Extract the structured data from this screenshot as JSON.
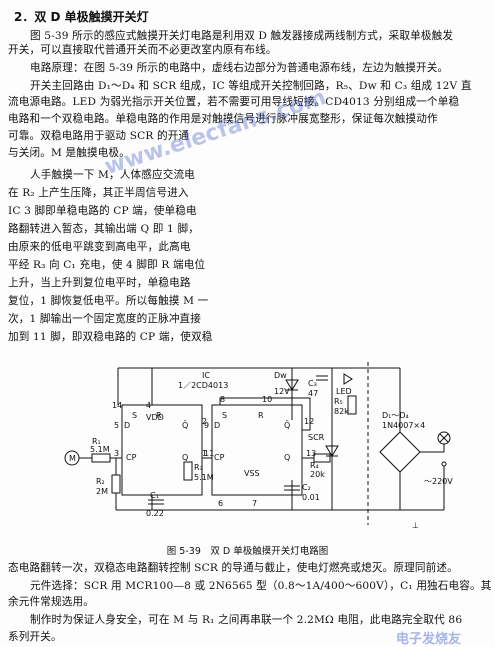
{
  "section_title": "2．双 D 单极触摸开关灯",
  "para1": [
    "图 5-39 所示的感应式触摸开关灯电路是利用双 D 触发器接成两线制方式，采取单极触发",
    "开关，可以直接取代普通开关而不必更改室内原有布线。"
  ],
  "para2": [
    "电路原理：在图 5-39 所示的电路中，虚线右边部分为普通电源布线，左边为触摸开关。",
    "开关主回路由 D₁～D₄ 和 SCR 组成，IC 等组成开关控制回路，R₅、Dw 和 C₃ 组成 12V 直",
    "流电源电路。LED 为弱光指示开关位置，若不需要可用导线短接。CD4013 分别组成一个单稳",
    "电路和一个双稳电路。单稳电路的作用是对触摸信号进行脉冲展宽整形，保证每次触摸动作",
    "可靠。双稳电路用于驱动 SCR 的开通",
    "与关闭。M 是触摸电极。"
  ],
  "para3": [
    "人手触摸一下 M，人体感应交流电",
    "在 R₂ 上产生压降，其正半周信号进入",
    "IC 3 脚即单稳电路的 CP 端，使单稳电",
    "路翻转进入暂态，其输出端 Q 即 1 脚，",
    "由原来的低电平跳变到高电平，此高电",
    "平经 R₃ 向 C₁ 充电，使 4 脚即 R 端电位",
    "上升，当上升到复位电平时，单稳电路",
    "复位，1 脚恢复低电平。所以每触摸 M 一",
    "次，1 脚输出一个固定宽度的正脉冲直接",
    "加到 11 脚，即双稳电路的 CP 端，使双稳"
  ],
  "caption": "图 5-39　双 D 单极触摸开关灯电路图",
  "para4": [
    "态电路翻转一次，双稳态电路翻转控制 SCR 的导通与截止，使电灯燃亮或熄灭。原理同前述。"
  ],
  "para5": [
    "元件选择：SCR 用 MCR100—8 或 2N6565 型（0.8～1A/400～600V），C₁ 用独石电容。其",
    "余元件常规选用。"
  ],
  "para6": [
    "制作时为保证人身安全，可在 M 与 R₁ 之间再串联一个 2.2MΩ 电阻，此电路完全取代 86",
    "系列开关。"
  ],
  "circuit_labels": {
    "ic_name": "IC",
    "ic_part": "1／2CD4013",
    "vdd": "VDD",
    "vss": "VSS",
    "pin14": "14",
    "pin4": "4",
    "pin10": "10",
    "pin6": "6",
    "pin5": "5",
    "pin9": "9",
    "pin3": "3",
    "pin11": "11",
    "pin1": "1",
    "pin12": "12",
    "pin13": "13",
    "pin2": "2",
    "pin7": "7",
    "pin8": "8",
    "d": "D",
    "cp": "CP",
    "q": "Q",
    "qbar": "Q̄",
    "r": "R",
    "s": "S",
    "r1_name": "R₁",
    "r1_val": "5.1M",
    "r2_name": "R₂",
    "r2_val": "2M",
    "r3_name": "R₃",
    "r3_val": "5.1M",
    "r4_name": "R₄",
    "r4_val": "20k",
    "r5_name": "R₅",
    "r5_val": "82k",
    "c1_name": "C₁",
    "c1_val": "0.22",
    "c2_name": "C₂",
    "c2_val": "0.01",
    "c3_name": "C₃",
    "c3_val": "47",
    "dw_name": "Dw",
    "dw_val": "12V",
    "led": "LED",
    "scr": "SCR",
    "bridge_name": "D₁～D₄",
    "bridge_part": "1N4007×4",
    "mains": "～220V",
    "m": "M",
    "ground_mark": "⊥"
  },
  "watermarks": {
    "main": "www.elecfans.com",
    "corner": "电子发烧友"
  }
}
